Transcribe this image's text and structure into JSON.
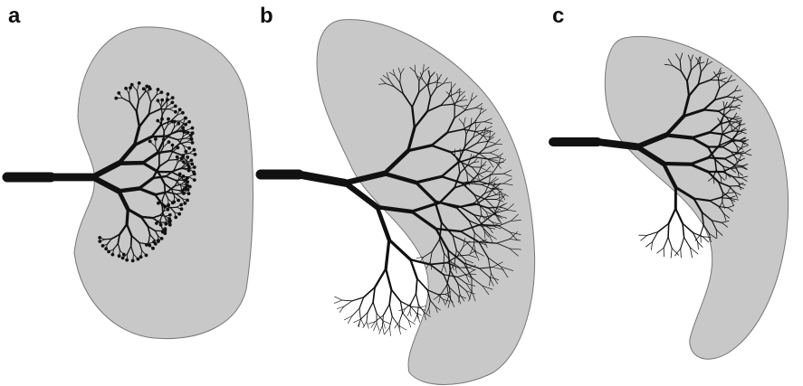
{
  "panels": [
    {
      "label": "a",
      "shape": "bean-shaped domain, tree terminals marked with dots"
    },
    {
      "label": "b",
      "shape": "crescent-shaped domain, fine branching tree"
    },
    {
      "label": "c",
      "shape": "smaller crescent-shaped domain, branching tree"
    }
  ],
  "colors": {
    "domain_fill": "#c8c8c8",
    "domain_stroke": "#777777",
    "vessel": "#111111",
    "label": "#111111"
  }
}
